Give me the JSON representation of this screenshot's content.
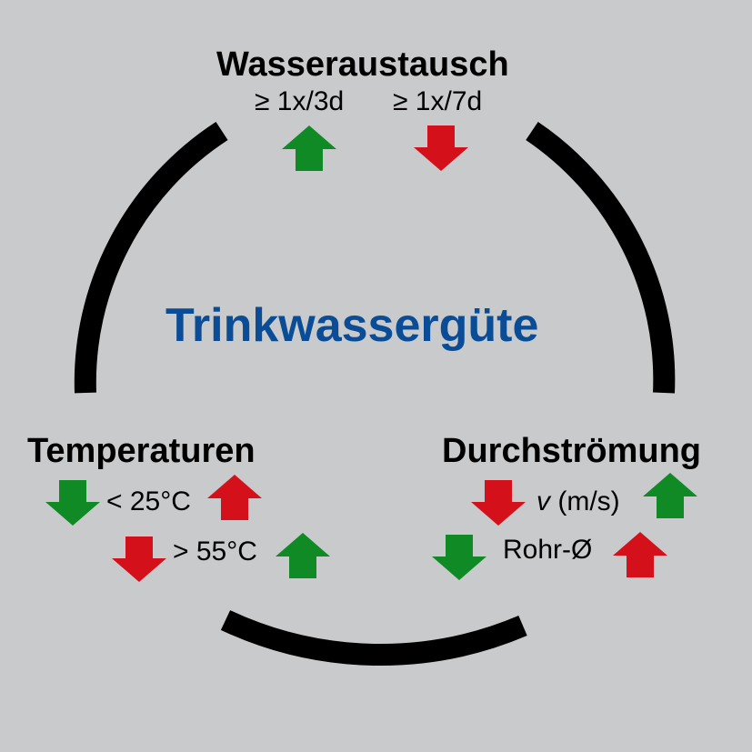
{
  "colors": {
    "background": "#c9cacc",
    "arc": "#000000",
    "title": "#0a4d96",
    "arrow_up": "#0f8a25",
    "arrow_down": "#d4111b"
  },
  "center": {
    "title": "Trinkwassergüte"
  },
  "water_exchange": {
    "heading": "Wasseraustausch",
    "items": [
      {
        "label": "≥ 1x/3d",
        "arrow": "up",
        "arrow_color": "green"
      },
      {
        "label": "≥ 1x/7d",
        "arrow": "down",
        "arrow_color": "red"
      }
    ]
  },
  "temperatures": {
    "heading": "Temperaturen",
    "rows": [
      {
        "label": "< 25°C",
        "left_arrow": "down-green",
        "right_arrow": "up-red"
      },
      {
        "label": "> 55°C",
        "left_arrow": "down-red",
        "right_arrow": "up-green"
      }
    ]
  },
  "flow": {
    "heading": "Durchströmung",
    "rows": [
      {
        "label_italic": "v",
        "label": " (m/s)",
        "left_arrow": "down-red",
        "right_arrow": "up-green"
      },
      {
        "label": "Rohr-Ø",
        "left_arrow": "down-green",
        "right_arrow": "up-red"
      }
    ]
  },
  "icons": [
    "arrow-up-icon",
    "arrow-down-icon"
  ]
}
